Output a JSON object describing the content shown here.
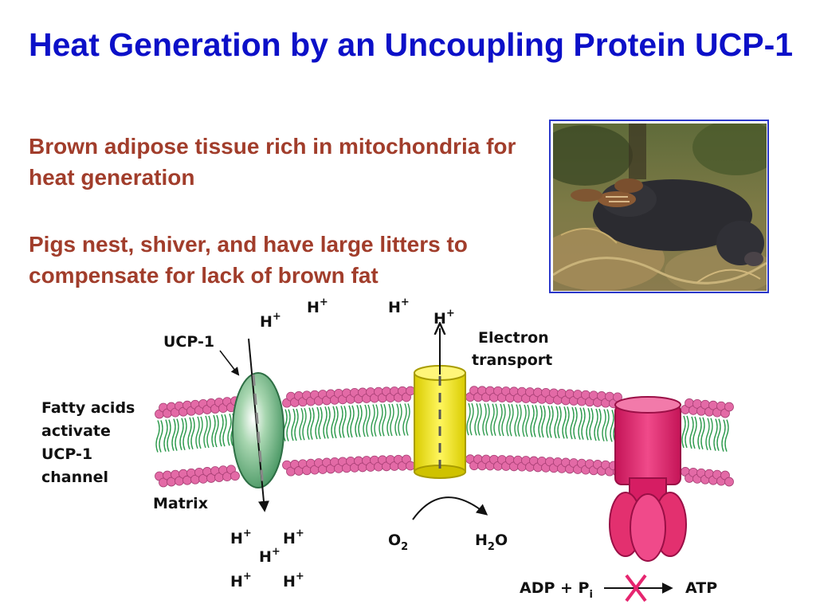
{
  "slide": {
    "title": "Heat Generation by an Uncoupling Protein UCP-1",
    "bullets": [
      "Brown adipose tissue rich in mitochondria for heat generation",
      "Pigs nest, shiver, and have large litters to compensate for lack of brown fat"
    ]
  },
  "photo": {
    "subject": "sow-with-piglets-in-nest"
  },
  "diagram": {
    "left_labels": [
      "Fatty acids",
      "activate",
      "UCP-1",
      "channel"
    ],
    "matrix_label": "Matrix",
    "ucp_label": "UCP-1",
    "electron_transport": [
      "Electron",
      "transport"
    ],
    "proton": "H",
    "proton_charge": "+",
    "oxygen": "O",
    "oxygen_sub": "2",
    "water": "H",
    "water_sub": "2",
    "water_end": "O",
    "adp": "ADP + P",
    "adp_sub": "i",
    "atp": "ATP",
    "colors": {
      "ucp": "#4a9c6a",
      "electron_transport": "#f2e600",
      "atp_synthase": "#e6256f",
      "lipid_head": "#e36aa6",
      "lipid_tail": "#2c9a4c",
      "block_x": "#e6256f"
    }
  }
}
